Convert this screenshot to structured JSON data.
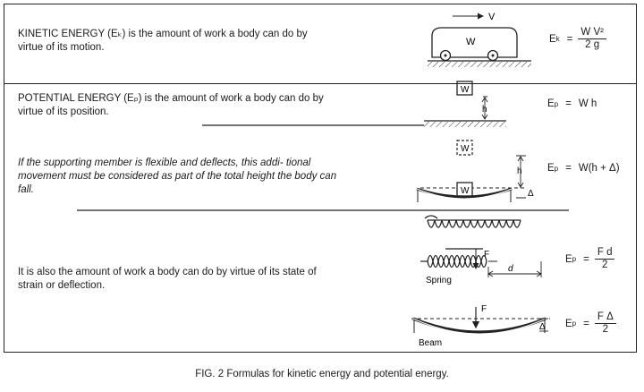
{
  "kinetic": {
    "text": "KINETIC ENERGY (Eₖ) is the amount of work a body can do by virtue of its motion.",
    "weight_label": "W",
    "velocity_label": "V",
    "formula_lhs": "E",
    "formula_lhs_sub": "k",
    "formula_num": "W V²",
    "formula_den": "2 g"
  },
  "potential": {
    "text": "POTENTIAL ENERGY (Eₚ) is the amount of work a body can do by virtue of its position.",
    "weight_label": "W",
    "height_label": "h",
    "formula_lhs": "E",
    "formula_lhs_sub": "p",
    "formula_rhs": "W h"
  },
  "flexible": {
    "text_part1": "If the supporting member is flexible and deflects, this addi-",
    "text_part2": "tional movement must be considered as part of the total",
    "text_part3": "height the body can fall.",
    "weight_label": "W",
    "height_label": "h",
    "delta_label": "Δ",
    "formula_lhs": "E",
    "formula_lhs_sub": "p",
    "formula_rhs": "W(h + Δ)"
  },
  "strain": {
    "text": "It is also the amount of work a body can do by virtue of its state of strain or deflection.",
    "force_label": "F",
    "distance_label": "d",
    "spring_label": "Spring",
    "beam_label": "Beam",
    "beam_delta_label": "Δ",
    "spring_formula_lhs": "E",
    "spring_formula_lhs_sub": "p",
    "spring_formula_num": "F d",
    "spring_formula_den": "2",
    "beam_formula_lhs": "E",
    "beam_formula_lhs_sub": "p",
    "beam_formula_num": "F Δ",
    "beam_formula_den": "2"
  },
  "caption": "FIG. 2 Formulas for kinetic energy and potential energy.",
  "equals": "="
}
